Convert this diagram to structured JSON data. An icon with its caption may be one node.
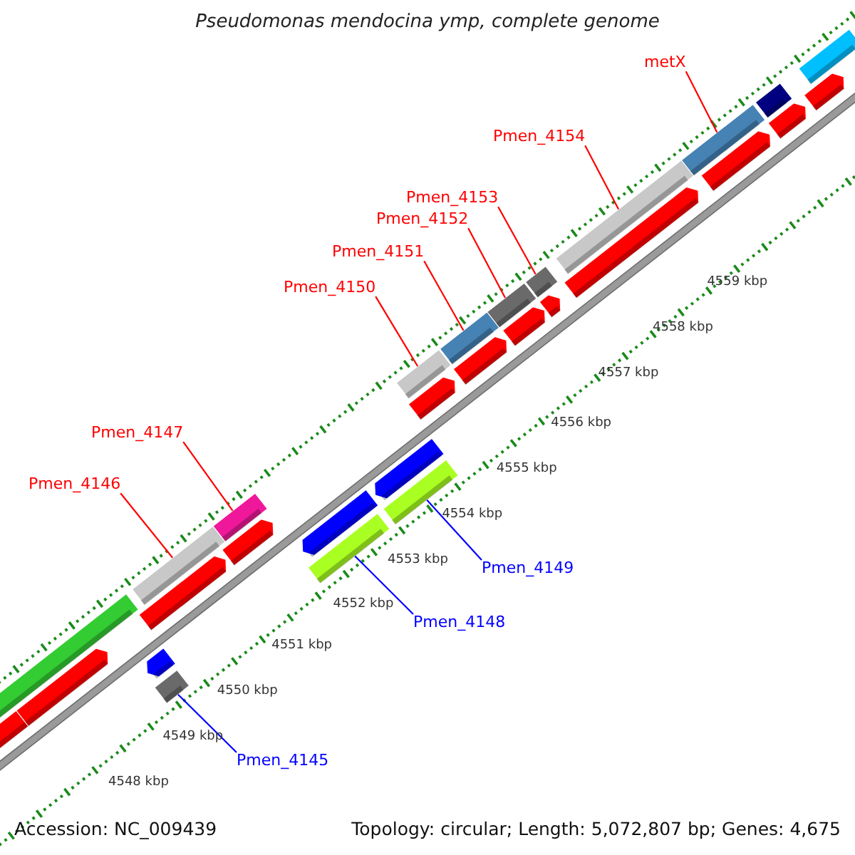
{
  "diagram": {
    "title": "Pseudomonas mendocina ymp, complete genome",
    "nodes": [
      {
        "text": [
          "metX"
        ]
      },
      {
        "text": [],
        "shape": "bar"
      },
      {
        "text": [
          "Pmen_4154"
        ]
      },
      {
        "text": [],
        "shape": "bar"
      },
      {
        "text": [
          "Pmen_4153"
        ]
      },
      {
        "text": [],
        "shape": "bar"
      },
      {
        "text": [
          "Pmen_4152"
        ]
      },
      {
        "text": [],
        "shape": "bar"
      },
      {
        "text": [
          "Pmen_4151"
        ]
      },
      {
        "text": [],
        "shape": "bar"
      },
      {
        "text": [
          "Pmen_4150"
        ]
      },
      {
        "text": [],
        "shape": "bar"
      },
      {
        "text": [
          "Pmen_4147"
        ]
      },
      {
        "text": [],
        "shape": "bar"
      },
      {
        "text": [
          "Pmen_4146"
        ]
      },
      {
        "text": [],
        "shape": "bar"
      },
      {
        "text": [
          "Pmen_4149"
        ]
      },
      {
        "text": [],
        "shape": "bar"
      },
      {
        "text": [
          "Pmen_4148"
        ]
      },
      {
        "text": [],
        "shape": "bar"
      },
      {
        "text": [
          "Pmen_4145"
        ]
      },
      {
        "text": [],
        "shape": "bar"
      }
    ],
    "edges": [
      {
        "from": 0,
        "to": 1,
        "arrow": "none"
      },
      {
        "from": 2,
        "to": 3,
        "arrow": "none"
      },
      {
        "from": 4,
        "to": 5,
        "arrow": "none"
      },
      {
        "from": 6,
        "to": 7,
        "arrow": "none"
      },
      {
        "from": 8,
        "to": 9,
        "arrow": "none"
      },
      {
        "from": 10,
        "to": 11,
        "arrow": "none"
      },
      {
        "from": 12,
        "to": 13,
        "arrow": "none"
      },
      {
        "from": 14,
        "to": 15,
        "arrow": "none"
      },
      {
        "from": 16,
        "to": 17,
        "arrow": "none",
        "color": "#0000ff"
      },
      {
        "from": 18,
        "to": 19,
        "arrow": "none",
        "color": "#0000ff"
      },
      {
        "from": 20,
        "to": 21,
        "arrow": "none",
        "color": "#0000ff"
      }
    ],
    "labels": [
      "4559 kbp",
      "4558 kbp",
      "4557 kbp",
      "4556 kbp",
      "4555 kbp",
      "4554 kbp",
      "4553 kbp",
      "4552 kbp",
      "4551 kbp",
      "4550 kbp",
      "4549 kbp",
      "4548 kbp",
      "Accession: NC_009439",
      "Topology: circular; Length: 5,072,807 bp; Genes: 4,675"
    ]
  }
}
